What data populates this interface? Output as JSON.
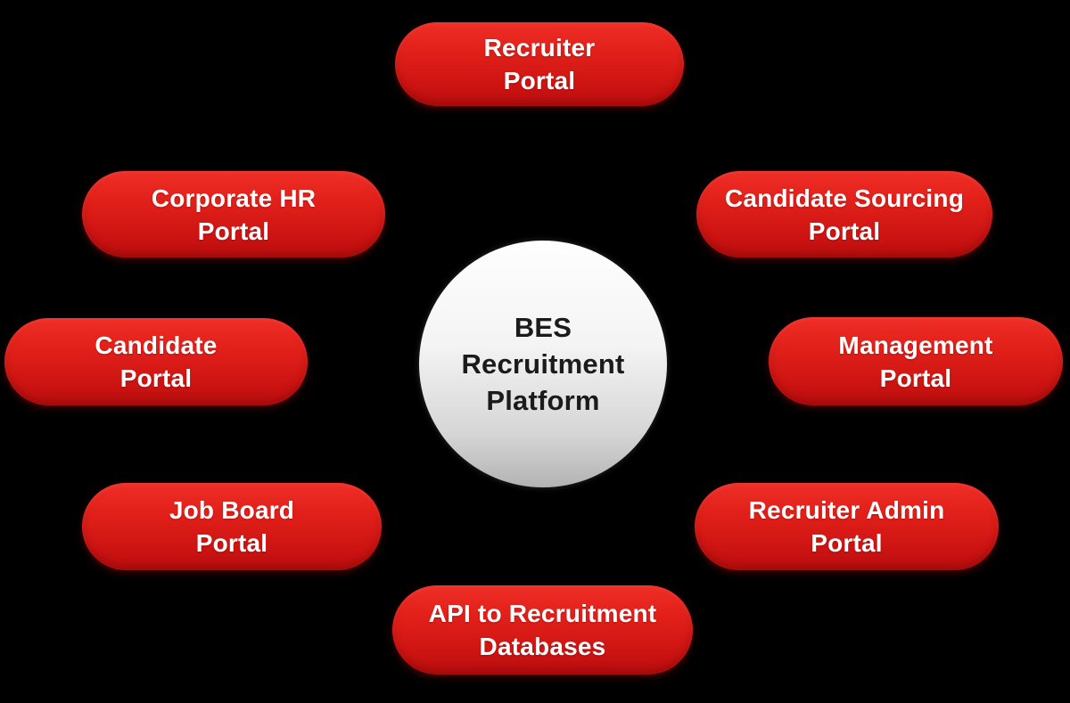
{
  "diagram": {
    "background_color": "#000000",
    "node_style": {
      "fill_top": "#ef2e27",
      "fill_bottom": "#b90e0e",
      "text_color": "#ffffff"
    },
    "center_style": {
      "fill_top": "#fefefe",
      "fill_bottom": "#b3b3b3",
      "text_color": "#1b1b1b"
    },
    "center": {
      "line1": "BES",
      "line2": "Recruitment",
      "line3": "Platform"
    },
    "nodes": [
      {
        "id": "recruiter-portal",
        "line1": "Recruiter",
        "line2": "Portal"
      },
      {
        "id": "corporate-hr-portal",
        "line1": "Corporate HR",
        "line2": "Portal"
      },
      {
        "id": "candidate-sourcing-portal",
        "line1": "Candidate Sourcing",
        "line2": "Portal"
      },
      {
        "id": "candidate-portal",
        "line1": "Candidate",
        "line2": "Portal"
      },
      {
        "id": "management-portal",
        "line1": "Management",
        "line2": "Portal"
      },
      {
        "id": "job-board-portal",
        "line1": "Job Board",
        "line2": "Portal"
      },
      {
        "id": "recruiter-admin-portal",
        "line1": "Recruiter Admin",
        "line2": "Portal"
      },
      {
        "id": "api-to-recruitment-databases",
        "line1": "API to Recruitment",
        "line2": "Databases"
      }
    ]
  }
}
